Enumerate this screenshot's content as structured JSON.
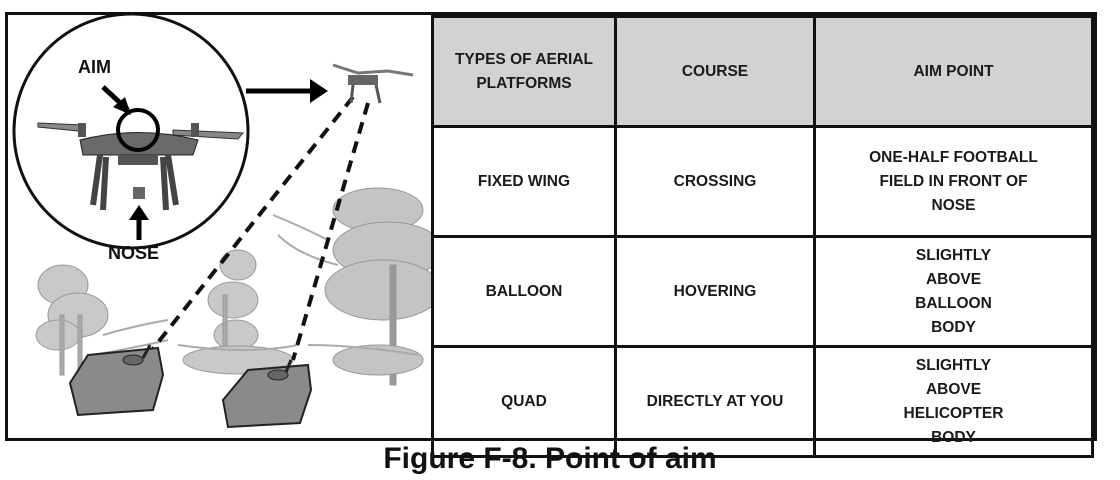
{
  "figure": {
    "caption": "Figure F-8. Point of aim",
    "illustration": {
      "aim_label": "AIM",
      "nose_label": "NOSE"
    }
  },
  "table": {
    "headers": [
      "TYPES OF AERIAL PLATFORMS",
      "COURSE",
      "AIM POINT"
    ],
    "rows": [
      {
        "platform": "FIXED WING",
        "course": "CROSSING",
        "aim_point": "ONE-HALF FOOTBALL FIELD IN FRONT OF NOSE"
      },
      {
        "platform": "BALLOON",
        "course": "HOVERING",
        "aim_point": "SLIGHTLY ABOVE BALLOON BODY"
      },
      {
        "platform": "QUAD",
        "course": "DIRECTLY AT YOU",
        "aim_point": "SLIGHTLY ABOVE HELICOPTER BODY"
      }
    ]
  }
}
